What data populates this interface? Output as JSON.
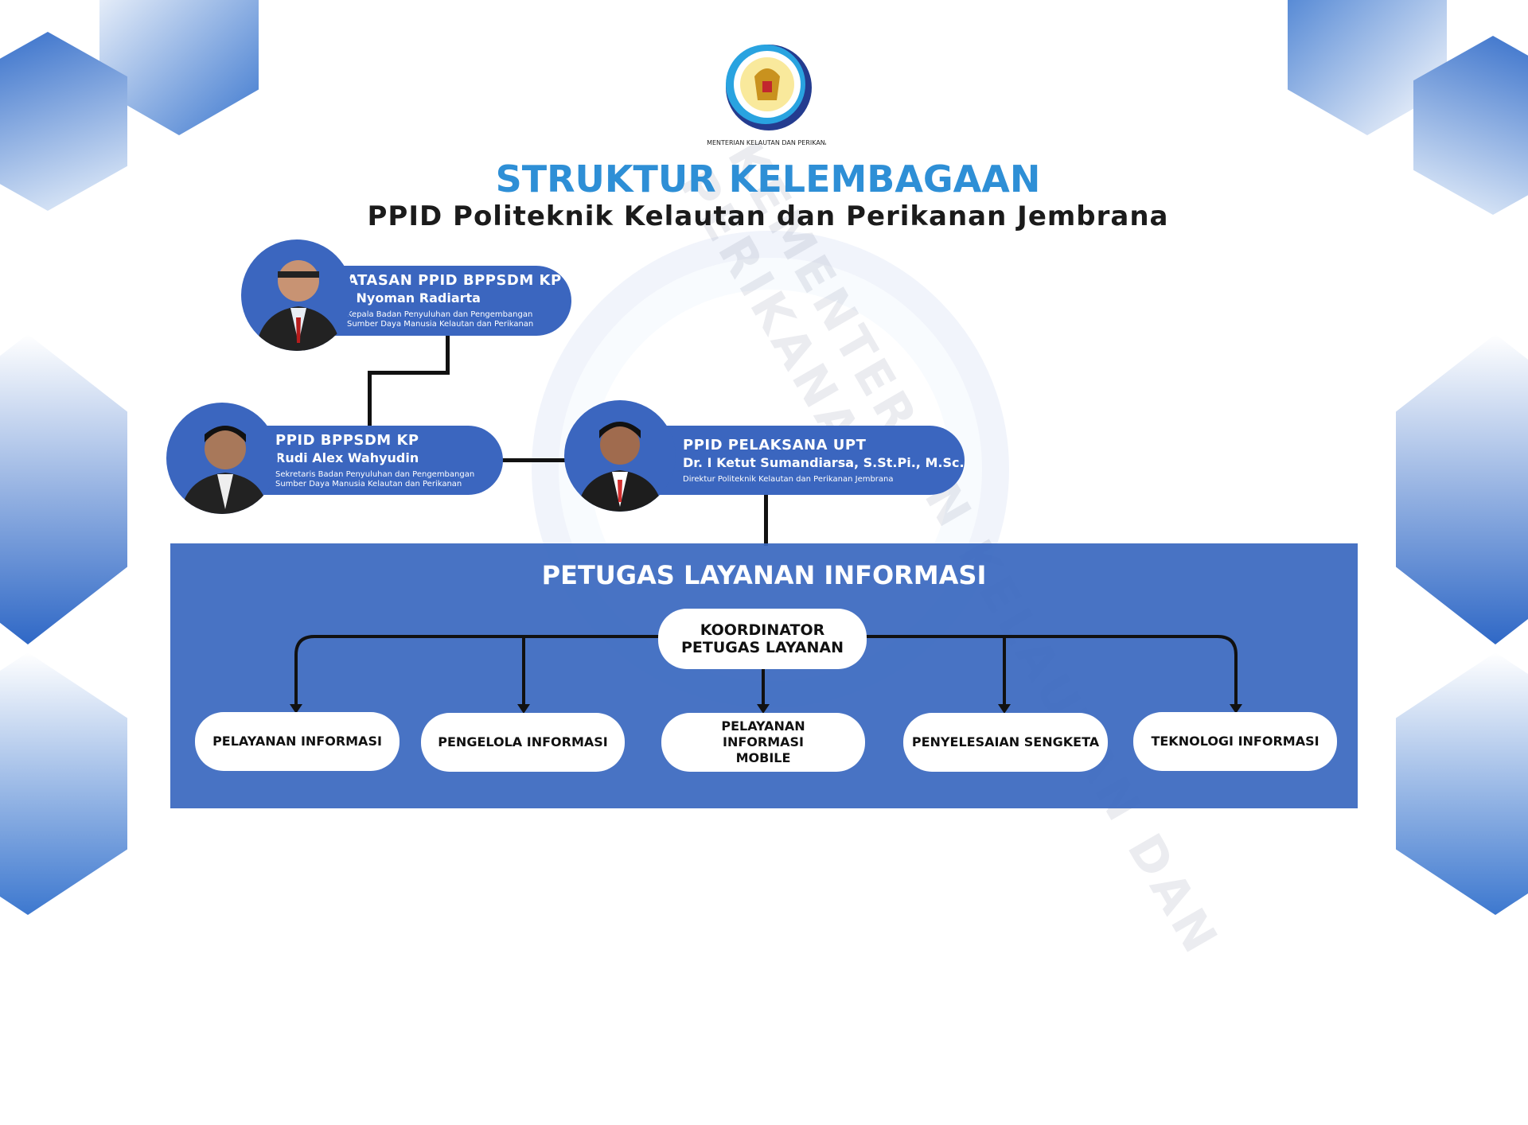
{
  "logo": {
    "text": "KEMENTERIAN KELAUTAN DAN PERIKANAN"
  },
  "header": {
    "title": "STRUKTUR KELEMBAGAAN",
    "subtitle": "PPID Politeknik Kelautan dan Perikanan Jembrana"
  },
  "cards": [
    {
      "role": "ATASAN PPID BPPSDM KP",
      "name": "I Nyoman Radiarta",
      "desc1": "Kepala Badan Penyuluhan dan Pengembangan",
      "desc2": "Sumber Daya Manusia Kelautan dan Perikanan"
    },
    {
      "role": "PPID BPPSDM KP",
      "name": "Rudi Alex Wahyudin",
      "desc1": "Sekretaris Badan Penyuluhan dan Pengembangan",
      "desc2": "Sumber Daya Manusia Kelautan dan Perikanan"
    },
    {
      "role": "PPID PELAKSANA UPT",
      "name": "Dr. I Ketut Sumandiarsa, S.St.Pi., M.Sc.",
      "desc1": "Direktur Politeknik Kelautan dan Perikanan Jembrana"
    }
  ],
  "panel": {
    "title": "PETUGAS LAYANAN INFORMASI",
    "coordinator1": "KOORDINATOR",
    "coordinator2": "PETUGAS LAYANAN",
    "units": [
      "PELAYANAN INFORMASI",
      "PENGELOLA INFORMASI",
      "PELAYANAN INFORMASI MOBILE",
      "PENYELESAIAN SENGKETA",
      "TEKNOLOGI INFORMASI"
    ]
  },
  "colors": {
    "title": "#2e8fd6",
    "card": "#3b66bf",
    "panel": "#3a68c0"
  }
}
